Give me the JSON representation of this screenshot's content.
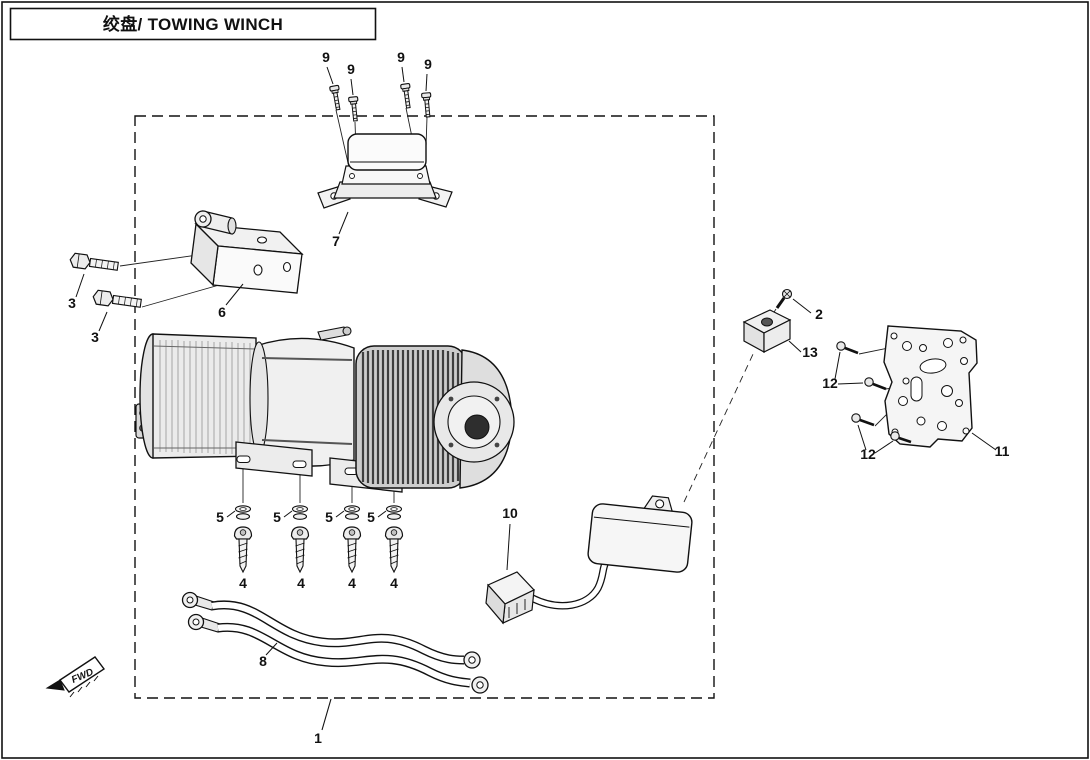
{
  "title": "绞盘/ TOWING WINCH",
  "fwd_marker": "FWD",
  "callouts": {
    "part1": "1",
    "part2": "2",
    "part3_a": "3",
    "part3_b": "3",
    "part4_a": "4",
    "part4_b": "4",
    "part4_c": "4",
    "part4_d": "4",
    "part5_a": "5",
    "part5_b": "5",
    "part5_c": "5",
    "part5_d": "5",
    "part6": "6",
    "part7": "7",
    "part8": "8",
    "part9_a": "9",
    "part9_b": "9",
    "part9_c": "9",
    "part9_d": "9",
    "part10": "10",
    "part11": "11",
    "part12_a": "12",
    "part12_b": "12",
    "part13": "13"
  }
}
